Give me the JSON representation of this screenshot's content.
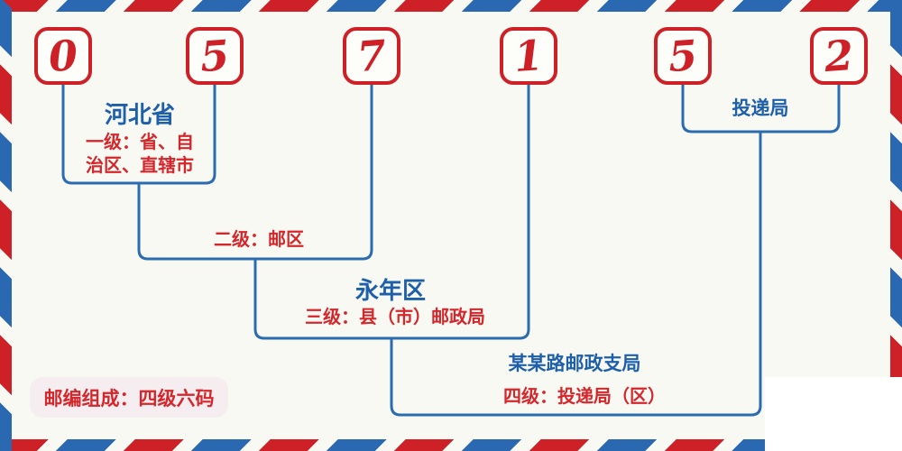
{
  "postal_code": {
    "digits": [
      "0",
      "5",
      "7",
      "1",
      "5",
      "2"
    ]
  },
  "annotations": {
    "level1": {
      "name": "河北省",
      "desc": "一级：省、自\n治区、直辖市"
    },
    "level2": {
      "desc": "二级：邮区"
    },
    "level3": {
      "name": "永年区",
      "desc": "三级：县（市）邮政局"
    },
    "level4": {
      "name": "某某路邮政支局",
      "desc": "四级：投递局（区）"
    },
    "delivery_group": {
      "name": "投递局"
    }
  },
  "footer": {
    "composition_note": "邮编组成：四级六码"
  },
  "colors": {
    "red": "#ce2127",
    "red_text": "#d4272c",
    "blue_line": "#2b6cb0",
    "blue_text": "#1e5fa9",
    "stripe_blue": "#2a68b2",
    "background": "#f9f9f4",
    "note_bg": "#f6edf0"
  }
}
